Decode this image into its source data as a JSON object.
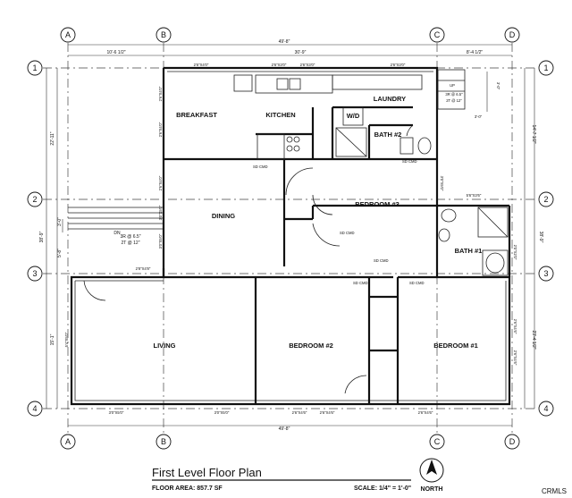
{
  "title": "First Level Floor Plan",
  "floor_area": "FLOOR AREA: 857.7 SF",
  "scale": "SCALE: 1/4\" = 1'-0\"",
  "north": "NORTH",
  "watermark": "CRMLS",
  "grid_columns": [
    "A",
    "B",
    "C",
    "D"
  ],
  "grid_rows": [
    "1",
    "2",
    "3",
    "4"
  ],
  "rooms": {
    "breakfast": "BREAKFAST",
    "kitchen": "KITCHEN",
    "laundry": "LAUNDRY",
    "wd": "W/D",
    "bath2": "BATH #2",
    "dining": "DINING",
    "bedroom3": "BEDROOM #3",
    "bath1": "BATH #1",
    "living": "LIVING",
    "bedroom2": "BEDROOM #2",
    "bedroom1": "BEDROOM #1"
  },
  "dimensions": {
    "overall_top": "49'-8\"",
    "overall_bottom": "49'-8\"",
    "top_left": "10'-6 1/2\"",
    "top_mid": "30'-9\"",
    "top_right": "8'-4 1/2\"",
    "left_upper": "22'-11\"",
    "left_total": "38'-9\"",
    "left_lower": "15'-1\"",
    "right_upper": "14'-7 1/2\"",
    "right_lower": "23'-4 1/2\"",
    "right_total": "38'-9\"",
    "stair_left_a": "3'-0\"",
    "stair_left_b": "5'-8\"",
    "stair_right_a": "3'-0\"",
    "stair_right_b": "3'-0\""
  },
  "windows": {
    "w_top1": "2'6\"X4'0\"",
    "w_top2": "2'6\"X3'0\"",
    "w_top3": "2'6\"X3'0\"",
    "w_top4": "2'6\"X3'0\"",
    "w_bfast_a": "2'6\"X4'0\"",
    "w_bfast_b": "2'6\"X4'0\"",
    "w_b_left": "2'6\"X4'0\"",
    "w_dining1": "3'0\"X5'0\"",
    "w_dining2": "3'0\"X5'0\"",
    "w_bed3_right": "3'0\"X5'0\"",
    "w_bath1_top": "5'6\"X3'6\"",
    "w_bath1_side": "2'0\"X2'0\"",
    "w_living_top": "2'8\"X4'8\"",
    "w_living_left": "5'4\"X5'0\"",
    "w_living_bot1": "3'0\"X5'0\"",
    "w_living_bot2": "3'0\"X5'0\"",
    "w_bed2_bot1": "2'6\"X4'6\"",
    "w_bed2_bot2": "2'6\"X4'6\"",
    "w_bed1_bot": "2'6\"X4'6\"",
    "w_bed1_right1": "2'6\"X4'6\"",
    "w_bed1_right2": "2'6\"X4'6\""
  },
  "stairs": {
    "dn": "DN",
    "rise_left": "3R @ 6.5\"",
    "tread_left": "2T @ 12\"",
    "rise_right": "3R @ 6.5\"",
    "tread_right": "2T @ 12\"",
    "up": "UP"
  },
  "smoke_detector": "SD CMD"
}
